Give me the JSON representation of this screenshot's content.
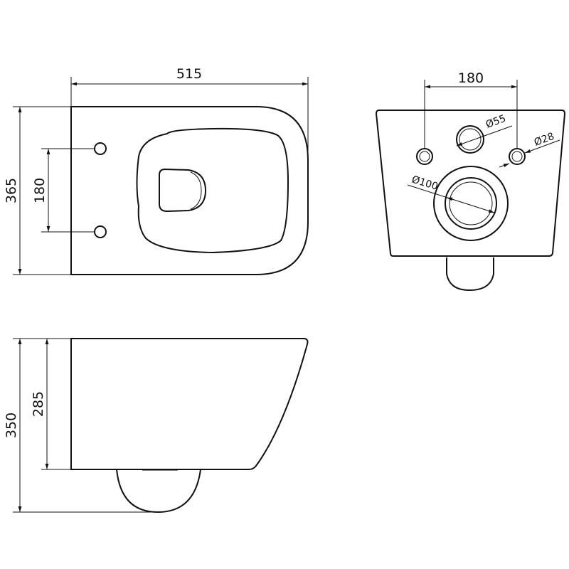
{
  "top_view": {
    "width_label": "515",
    "depth_label": "365",
    "hole_spacing_label": "180"
  },
  "back_view": {
    "hole_spacing_label": "180",
    "water_inlet_label": "Ø55",
    "bolt_hole_label": "Ø28",
    "outlet_label": "Ø100"
  },
  "side_view": {
    "total_height_label": "350",
    "body_height_label": "285"
  }
}
